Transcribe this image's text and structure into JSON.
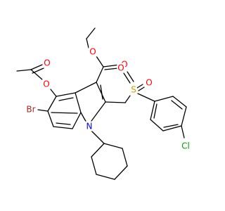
{
  "molecule": {
    "atoms": {
      "o_acetyl_carbonyl": "O",
      "o_acetyl_ester": "O",
      "o_ester_ether": "O",
      "o_ester_carbonyl": "O",
      "sulfur": "S",
      "o_sulfonyl_left": "O",
      "o_sulfonyl_right": "O",
      "bromine": "Br",
      "nitrogen": "N",
      "chlorine": "Cl"
    },
    "colors": {
      "bond": "#000000",
      "oxygen": "#ff0000",
      "sulfur": "#c8a000",
      "bromine": "#a52a2a",
      "nitrogen": "#0000ff",
      "chlorine": "#00a000"
    }
  }
}
